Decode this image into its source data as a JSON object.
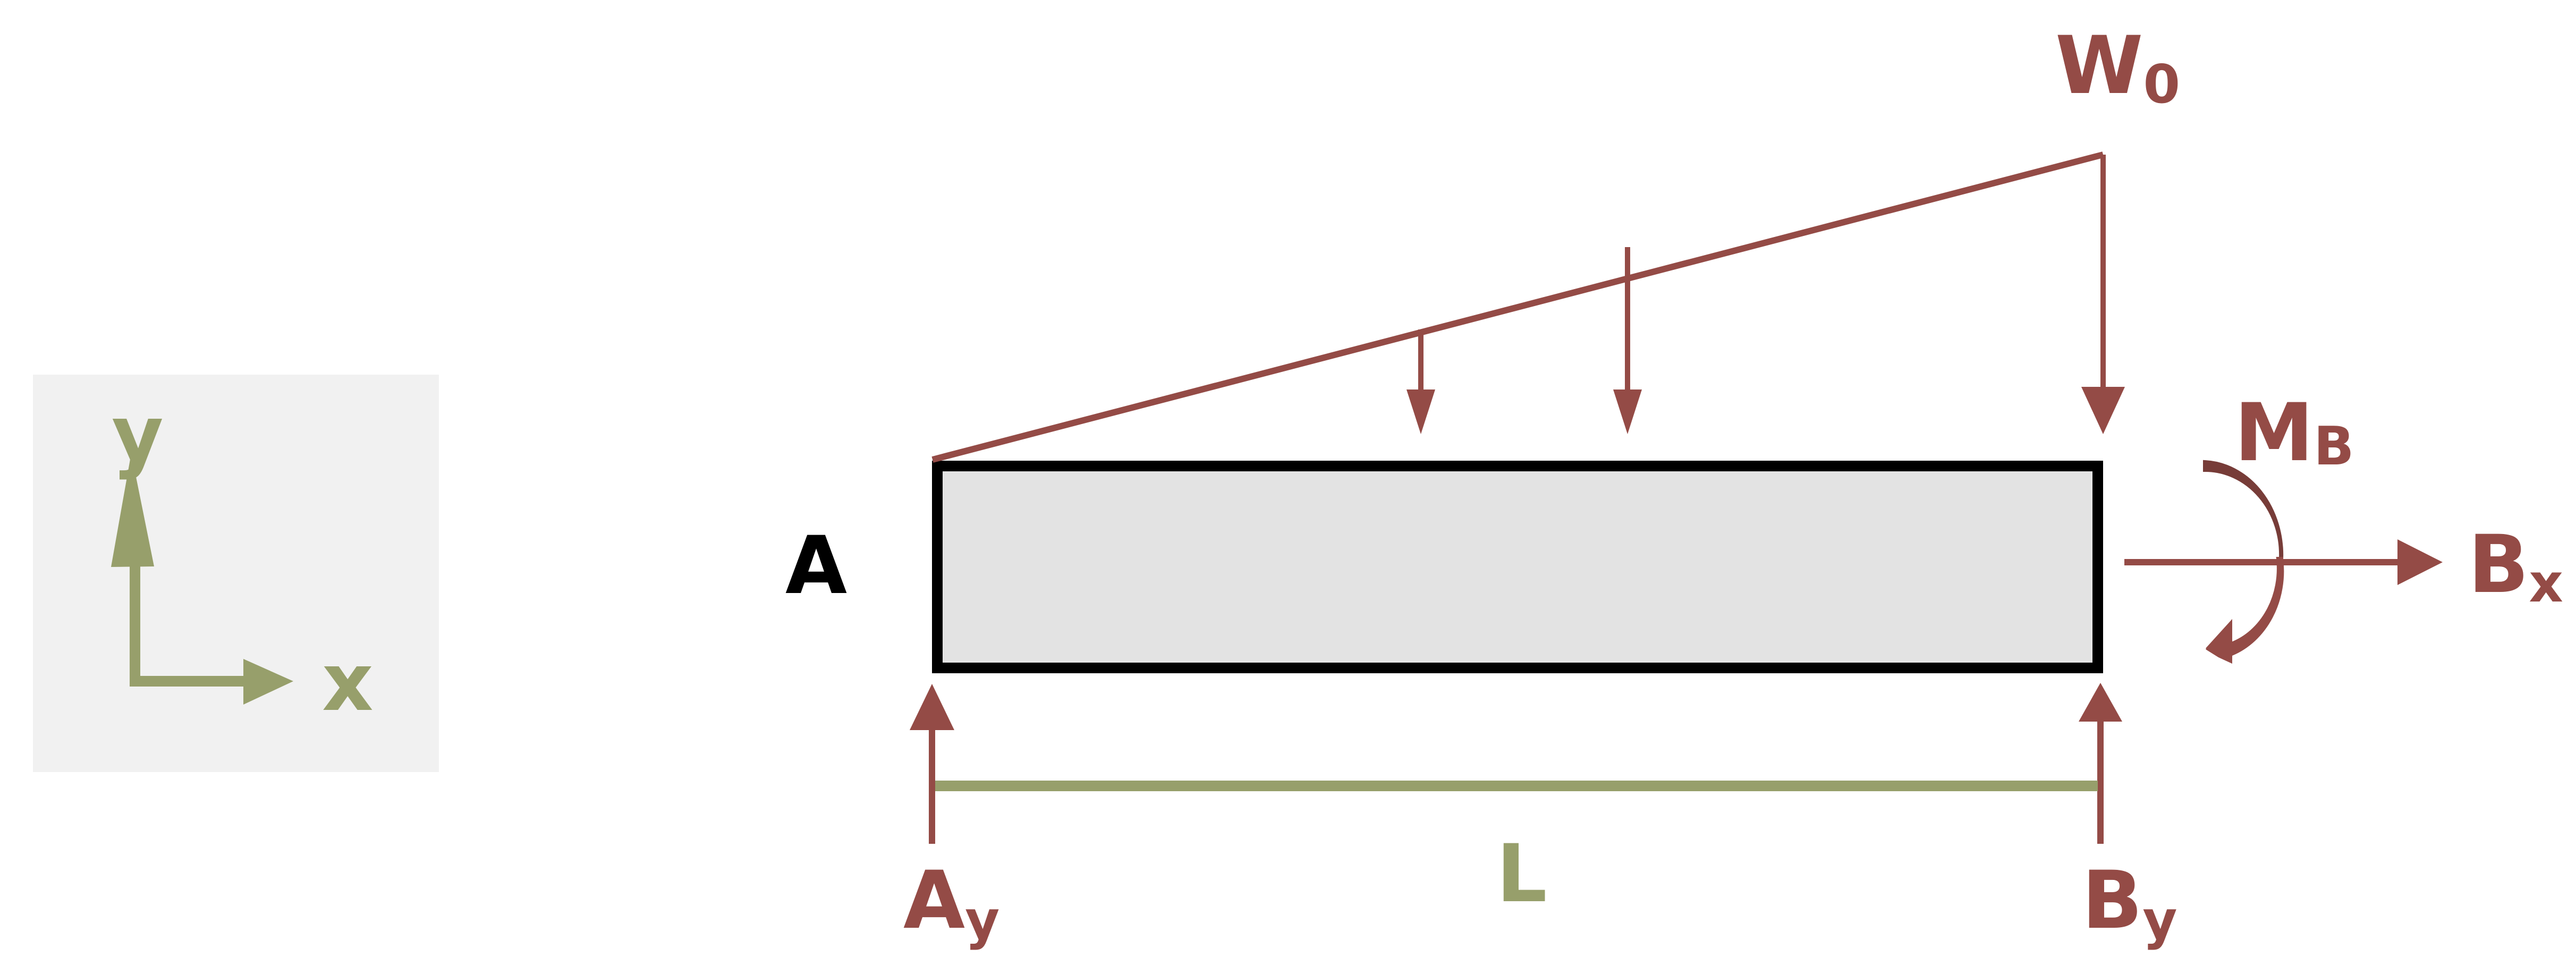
{
  "colors": {
    "force": "#944b46",
    "moment_dark": "#773c38",
    "axis": "#979f6b",
    "beam_fill": "#e3e3e3",
    "beam_stroke": "#000000",
    "coord_bg": "#f1f1f1"
  },
  "coordinate_system": {
    "x_label": "x",
    "y_label": "y"
  },
  "beam": {
    "end_label": "A"
  },
  "distributed_load": {
    "label_main": "W",
    "label_sub": "0"
  },
  "reactions": {
    "ay": {
      "main": "A",
      "sub": "y"
    },
    "by": {
      "main": "B",
      "sub": "y"
    },
    "bx": {
      "main": "B",
      "sub": "x"
    },
    "mb": {
      "main": "M",
      "sub": "B"
    }
  },
  "dimension": {
    "length_label": "L"
  }
}
